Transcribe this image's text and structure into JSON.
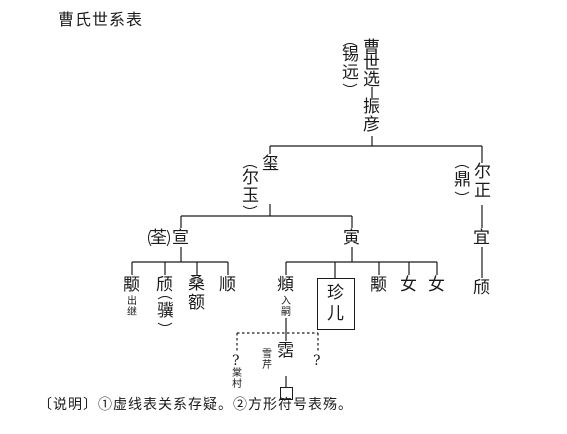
{
  "title": "曹氏世系表",
  "legend": "〔说明〕①虚线表关系存疑。②方形符号表殇。",
  "nodes": {
    "g1_name": "曹世选",
    "g1_alias": "锡远",
    "g2_name": "振彦",
    "g3a_name": "玺",
    "g3a_alias": "尔玉",
    "g3b_name": "尔正",
    "g3b_alias": "鼎",
    "g4a_name": "宣",
    "g4a_alias": "荃",
    "g4b_name": "寅",
    "g4c_name": "宜",
    "g5a_name": "颙",
    "g5a_note": "出继",
    "g5b_name": "颀",
    "g5b_alias": "骥",
    "g5c_name": "桑额",
    "g5d_name": "顺",
    "g5e_name": "頫",
    "g5e_note": "入嗣",
    "g5f_name": "珍儿",
    "g5g_name": "颙",
    "g5h_name": "女",
    "g5i_name": "女",
    "g5j_name": "颀",
    "g6a_name": "?",
    "g6a_note": "棠村",
    "g6b_name": "霑",
    "g6b_note": "雪芹",
    "g6c_name": "?"
  }
}
